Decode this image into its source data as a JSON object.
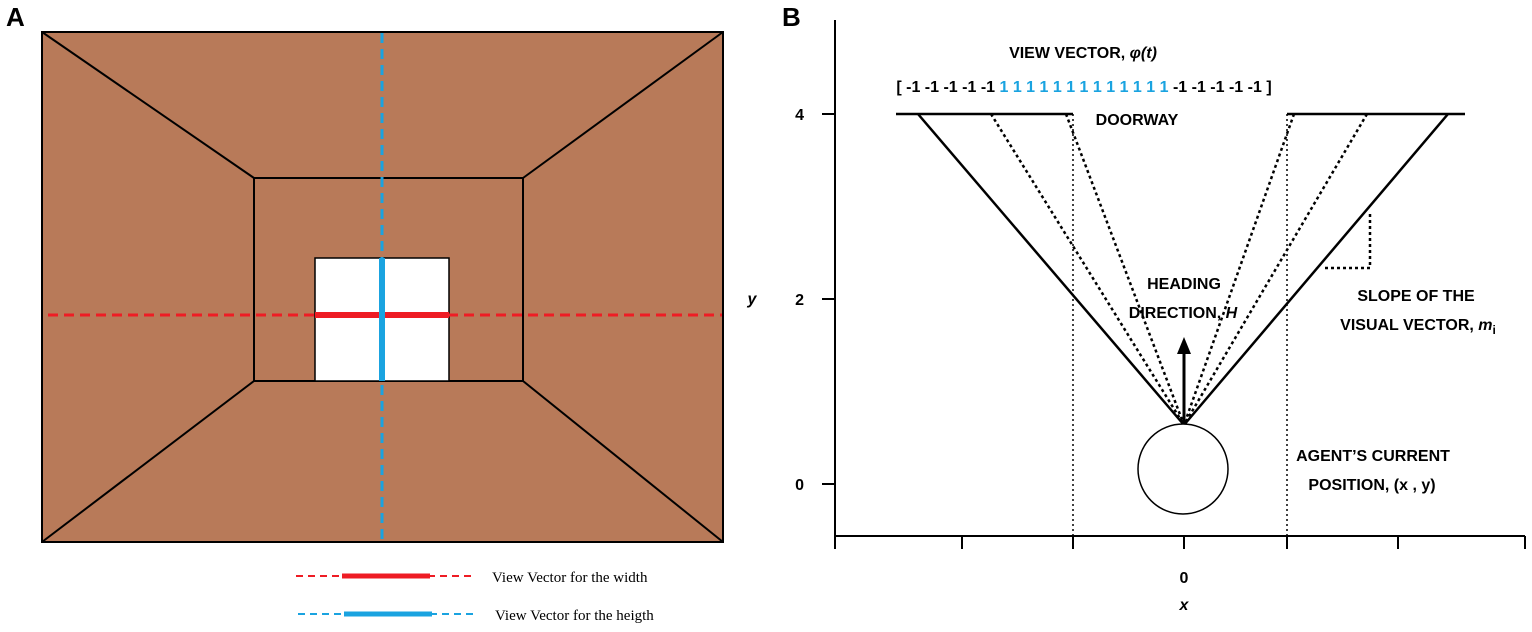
{
  "panel_a": {
    "label": "A",
    "colors": {
      "wall": "#b87a59",
      "doorway": "#ffffff",
      "width_vector": "#ee1c24",
      "height_vector": "#1aa3e0"
    },
    "legend": [
      {
        "label": "View Vector for the width",
        "color": "#ee1c24"
      },
      {
        "label": "View Vector for the heigth",
        "color": "#1aa3e0"
      }
    ]
  },
  "panel_b": {
    "label": "B",
    "title_text": "VIEW VECTOR, ",
    "title_symbol": "φ(t)",
    "vector_open": "[",
    "vector_close": "]",
    "view_vector": [
      "-1",
      "-1",
      "-1",
      "-1",
      "-1",
      "1",
      "1",
      "1",
      "1",
      "1",
      "1",
      "1",
      "1",
      "1",
      "1",
      "1",
      "1",
      "1",
      "-1",
      "-1",
      "-1",
      "-1",
      "-1"
    ],
    "colors": {
      "negative": "#000000",
      "positive": "#1aa3e0"
    },
    "doorway_label": "DOORWAY",
    "heading_line1": "HEADING",
    "heading_line2_text": "DIRECTION, ",
    "heading_symbol": "H",
    "slope_line1": "SLOPE OF THE",
    "slope_line2_text": "VISUAL VECTOR, ",
    "slope_symbol": "m",
    "slope_subscript": "i",
    "agent_line1": "AGENT’S CURRENT",
    "agent_line2": "POSITION, (x , y)",
    "y_axis": {
      "title": "y",
      "ticks": [
        "4",
        "2",
        "0"
      ]
    },
    "x_axis": {
      "title": "x",
      "ticks": [
        "0"
      ]
    }
  }
}
